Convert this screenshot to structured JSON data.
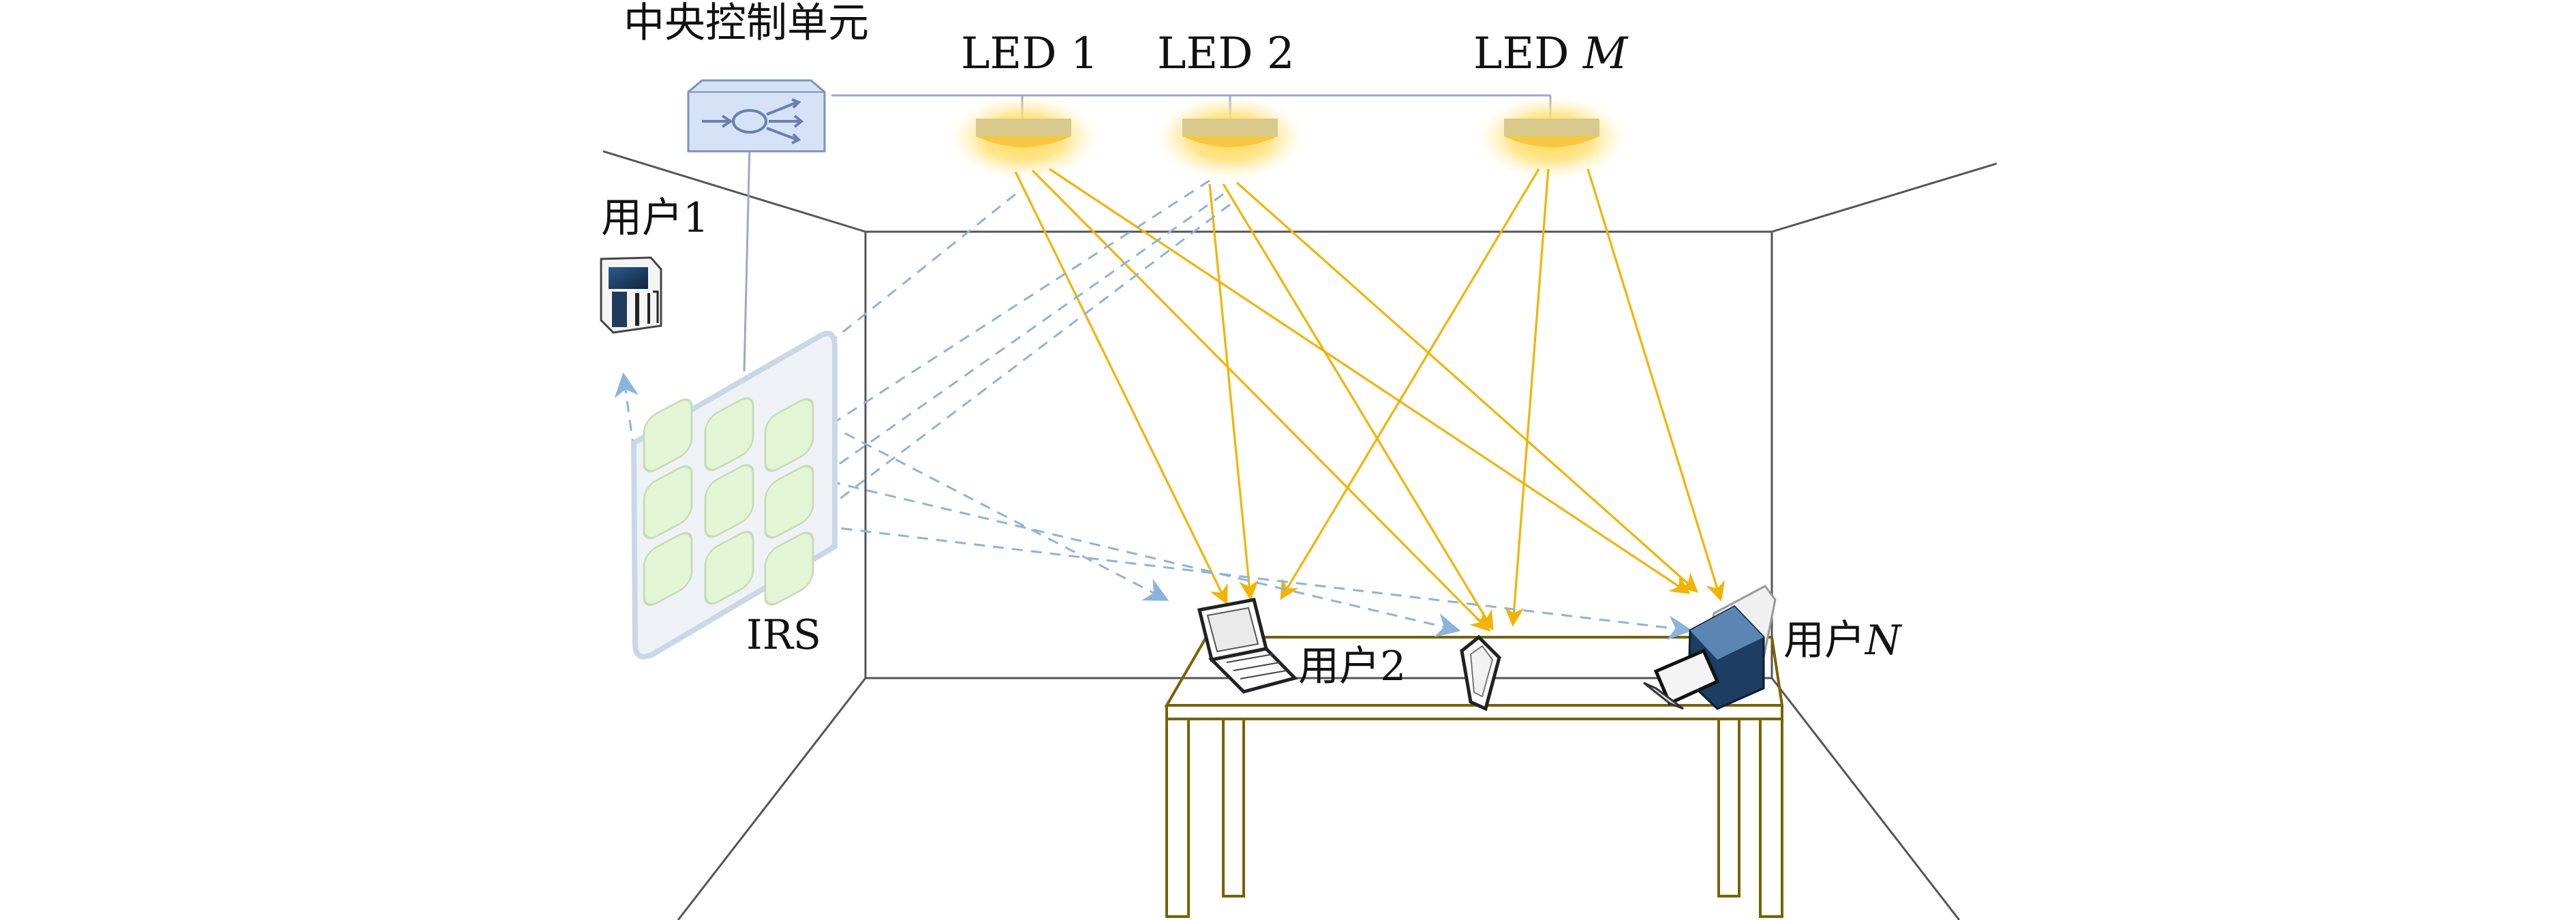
{
  "labels": {
    "central_unit": "中央控制单元",
    "led1": "LED 1",
    "led2": "LED 2",
    "ledM_prefix": "LED ",
    "ledM_var": "M",
    "user1": "用户1",
    "user2": "用户2",
    "userN_prefix": "用户",
    "userN_var": "N",
    "irs": "IRS"
  },
  "colors": {
    "wall": "#555555",
    "led_glow": "#ffd54a",
    "led_body": "#d9c98a",
    "light_ray": "#f2b400",
    "irs_ray": "#8ab4dc",
    "irs_panel": "#e4f5d6",
    "irs_frame": "#c9d8e6",
    "control_unit": "#d6e2f6",
    "control_line": "#9aa8c8",
    "table": "#7a6200"
  },
  "icons": {
    "control_unit": "router-icon",
    "user1_device": "mobile-terminal-icon",
    "user2_device": "laptop-icon",
    "tablet": "tablet-icon",
    "userN_device": "printer-icon"
  }
}
